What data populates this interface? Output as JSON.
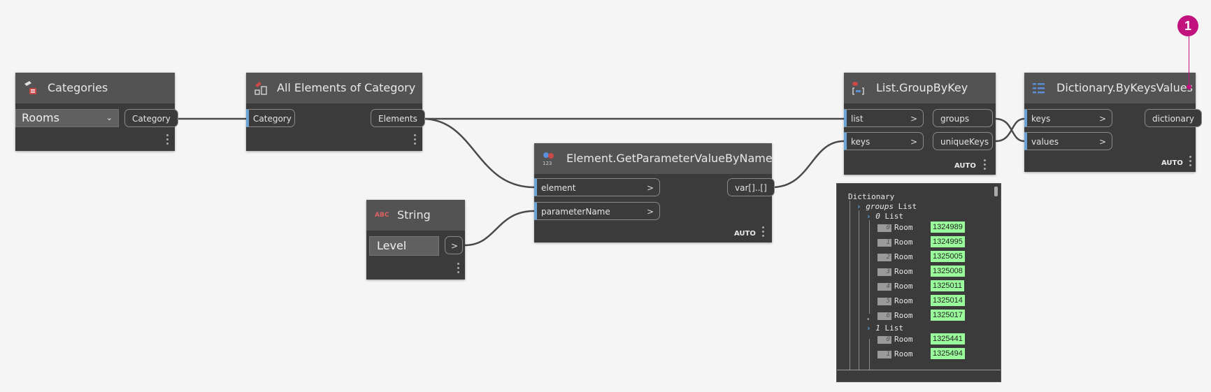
{
  "nodes": {
    "categories": {
      "title": "Categories",
      "dropdown_value": "Rooms",
      "output": "Category"
    },
    "all_elements": {
      "title": "All Elements of Category",
      "input": "Category",
      "output": "Elements"
    },
    "get_param": {
      "title": "Element.GetParameterValueByName",
      "inputs": [
        "element",
        "parameterName"
      ],
      "output": "var[]..[]",
      "lacing": "AUTO"
    },
    "string": {
      "title": "String",
      "icon_text": "ABC",
      "value": "Level",
      "output": ">"
    },
    "group_by_key": {
      "title": "List.GroupByKey",
      "inputs": [
        "list",
        "keys"
      ],
      "outputs": [
        "groups",
        "uniqueKeys"
      ],
      "lacing": "AUTO"
    },
    "dictionary": {
      "title": "Dictionary.ByKeysValues",
      "inputs": [
        "keys",
        "values"
      ],
      "output": "dictionary",
      "lacing": "AUTO"
    }
  },
  "preview": {
    "root": "Dictionary",
    "groups_key": "groups",
    "list_label": "List",
    "group0_index": "0",
    "group1_index": "1",
    "item_type": "Room",
    "group0_items": [
      {
        "index": "0",
        "value": "1324989"
      },
      {
        "index": "1",
        "value": "1324995"
      },
      {
        "index": "2",
        "value": "1325005"
      },
      {
        "index": "3",
        "value": "1325008"
      },
      {
        "index": "4",
        "value": "1325011"
      },
      {
        "index": "5",
        "value": "1325014"
      },
      {
        "index": "6",
        "value": "1325017"
      }
    ],
    "group1_items": [
      {
        "index": "0",
        "value": "1325441"
      },
      {
        "index": "1",
        "value": "1325494"
      }
    ]
  },
  "callout": "1",
  "colors": {
    "canvas": "#f5f5f5",
    "node_body": "#3b3b3b",
    "node_header": "#535353",
    "input_marker": "#6aa4d6",
    "wire": "#4a4a4a",
    "preview_value": "#9bfc9b",
    "callout": "#c2127e"
  }
}
